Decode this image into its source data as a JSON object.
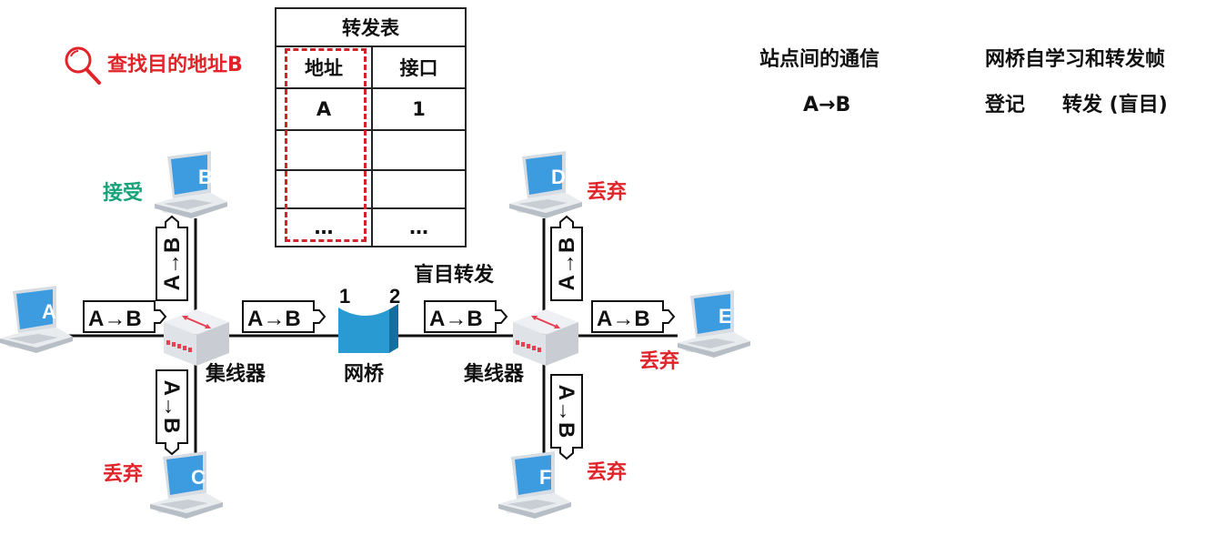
{
  "search_label": "查找目的地址B",
  "table": {
    "title": "转发表",
    "headers": [
      "地址",
      "接口"
    ],
    "rows": [
      [
        "A",
        "1"
      ],
      [
        "",
        ""
      ],
      [
        "",
        ""
      ],
      [
        "…",
        "…"
      ]
    ]
  },
  "info": {
    "col1_title": "站点间的通信",
    "col2_title": "网桥自学习和转发帧",
    "col1_value": "A→B",
    "col2_register": "登记",
    "col2_forward": "转发 (盲目)"
  },
  "hosts": {
    "a": "A",
    "b": "B",
    "c": "C",
    "d": "D",
    "e": "E",
    "f": "F"
  },
  "frame_label": "A→B",
  "labels": {
    "accept": "接受",
    "discard_c": "丢弃",
    "discard_d": "丢弃",
    "discard_e": "丢弃",
    "discard_f": "丢弃",
    "hub_left": "集线器",
    "hub_right": "集线器",
    "bridge": "网桥",
    "blind_forward": "盲目转发",
    "port1": "1",
    "port2": "2"
  },
  "colors": {
    "red": "#e0242a",
    "teal": "#1aa37a",
    "laptop_screen": "#3d9be0",
    "bridge": "#1f8fc4"
  }
}
